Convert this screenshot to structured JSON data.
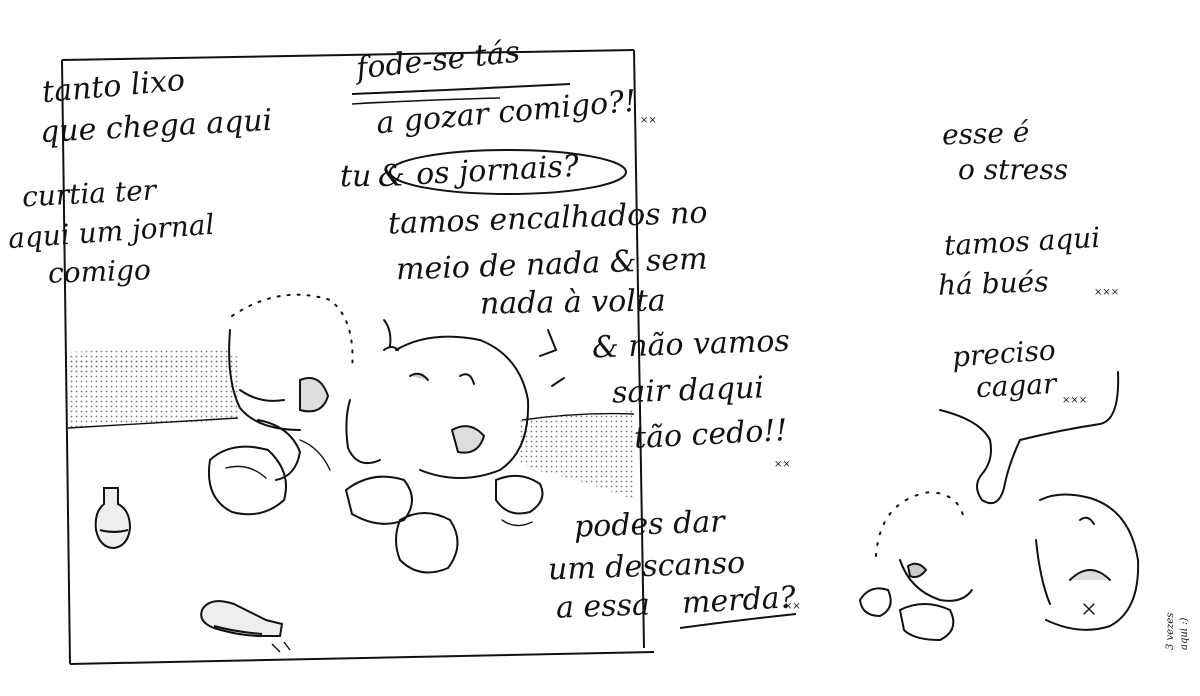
{
  "left_panel": {
    "caption_trash": [
      "tanto lixo",
      "que chega aqui"
    ],
    "caption_newspaper": [
      "curtia ter",
      "aqui um jornal",
      "comigo"
    ]
  },
  "middle_dialog": {
    "crossed_line": "fode-se tás",
    "line2": "a gozar comigo?!",
    "marks2": "××",
    "tu_prefix": "tu",
    "ampersand": "&",
    "circled": "os jornais?",
    "stuck": [
      "tamos encalhados no",
      "meio de nada & sem",
      "nada à volta"
    ],
    "not_leaving": [
      "& não vamos",
      "sair daqui",
      "tão cedo!!"
    ],
    "marks_end": "××",
    "rest": [
      "podes dar",
      "um descanso"
    ],
    "last_prefix": "a essa",
    "last_word": "merda?",
    "last_marks": "××"
  },
  "right_panel": {
    "stress": [
      "esse é",
      "o stress"
    ],
    "tamos": [
      "tamos aqui",
      "há bués"
    ],
    "tamos_marks": "×××",
    "preciso": [
      "preciso",
      "cagar"
    ],
    "preciso_marks": "×××"
  },
  "margin_note": [
    "3 vezes",
    "aqui :)"
  ]
}
